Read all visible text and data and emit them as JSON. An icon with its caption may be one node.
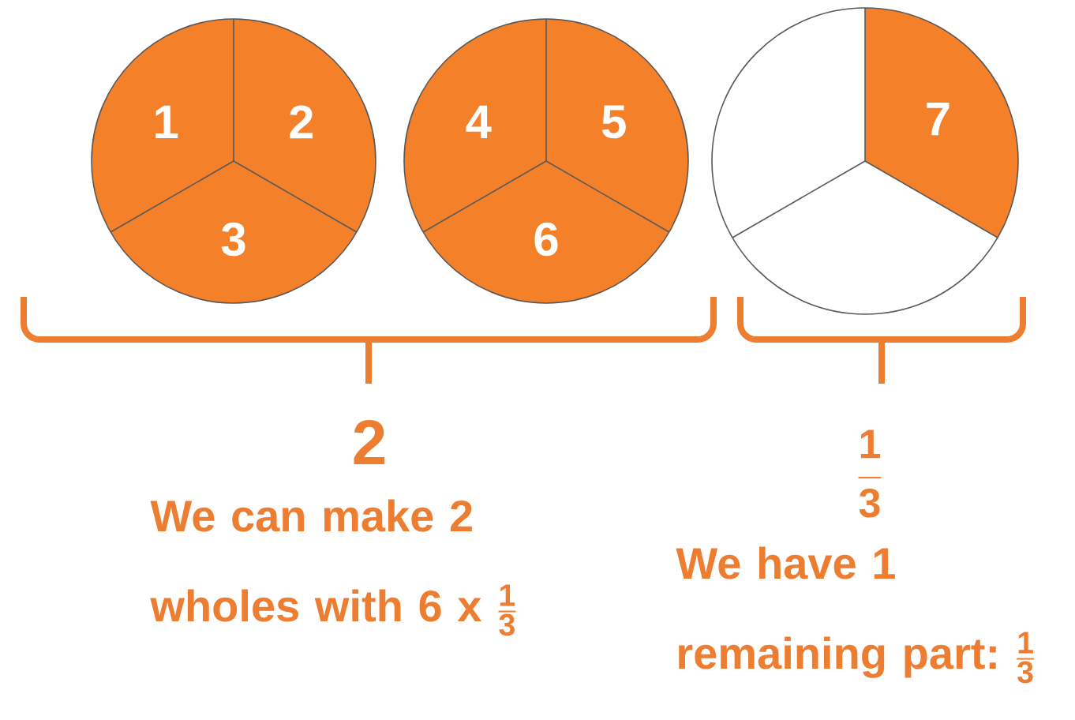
{
  "diagram": {
    "nodes": [
      {
        "text": [
          "1",
          "2",
          "3"
        ]
      },
      {
        "text": [
          "4",
          "5",
          "6"
        ]
      },
      {
        "text": [
          "7"
        ]
      }
    ],
    "labels": [
      "2",
      "\\frac{\\textbf{1}}{\\textbf{3}}",
      "We can make 2 wholes with 6 x",
      "\\frac{\\textbf{1}}{\\textbf{3}}",
      "We have 1 remaining part:",
      "\\frac{\\textbf{1}}{\\textbf{3}}"
    ]
  }
}
